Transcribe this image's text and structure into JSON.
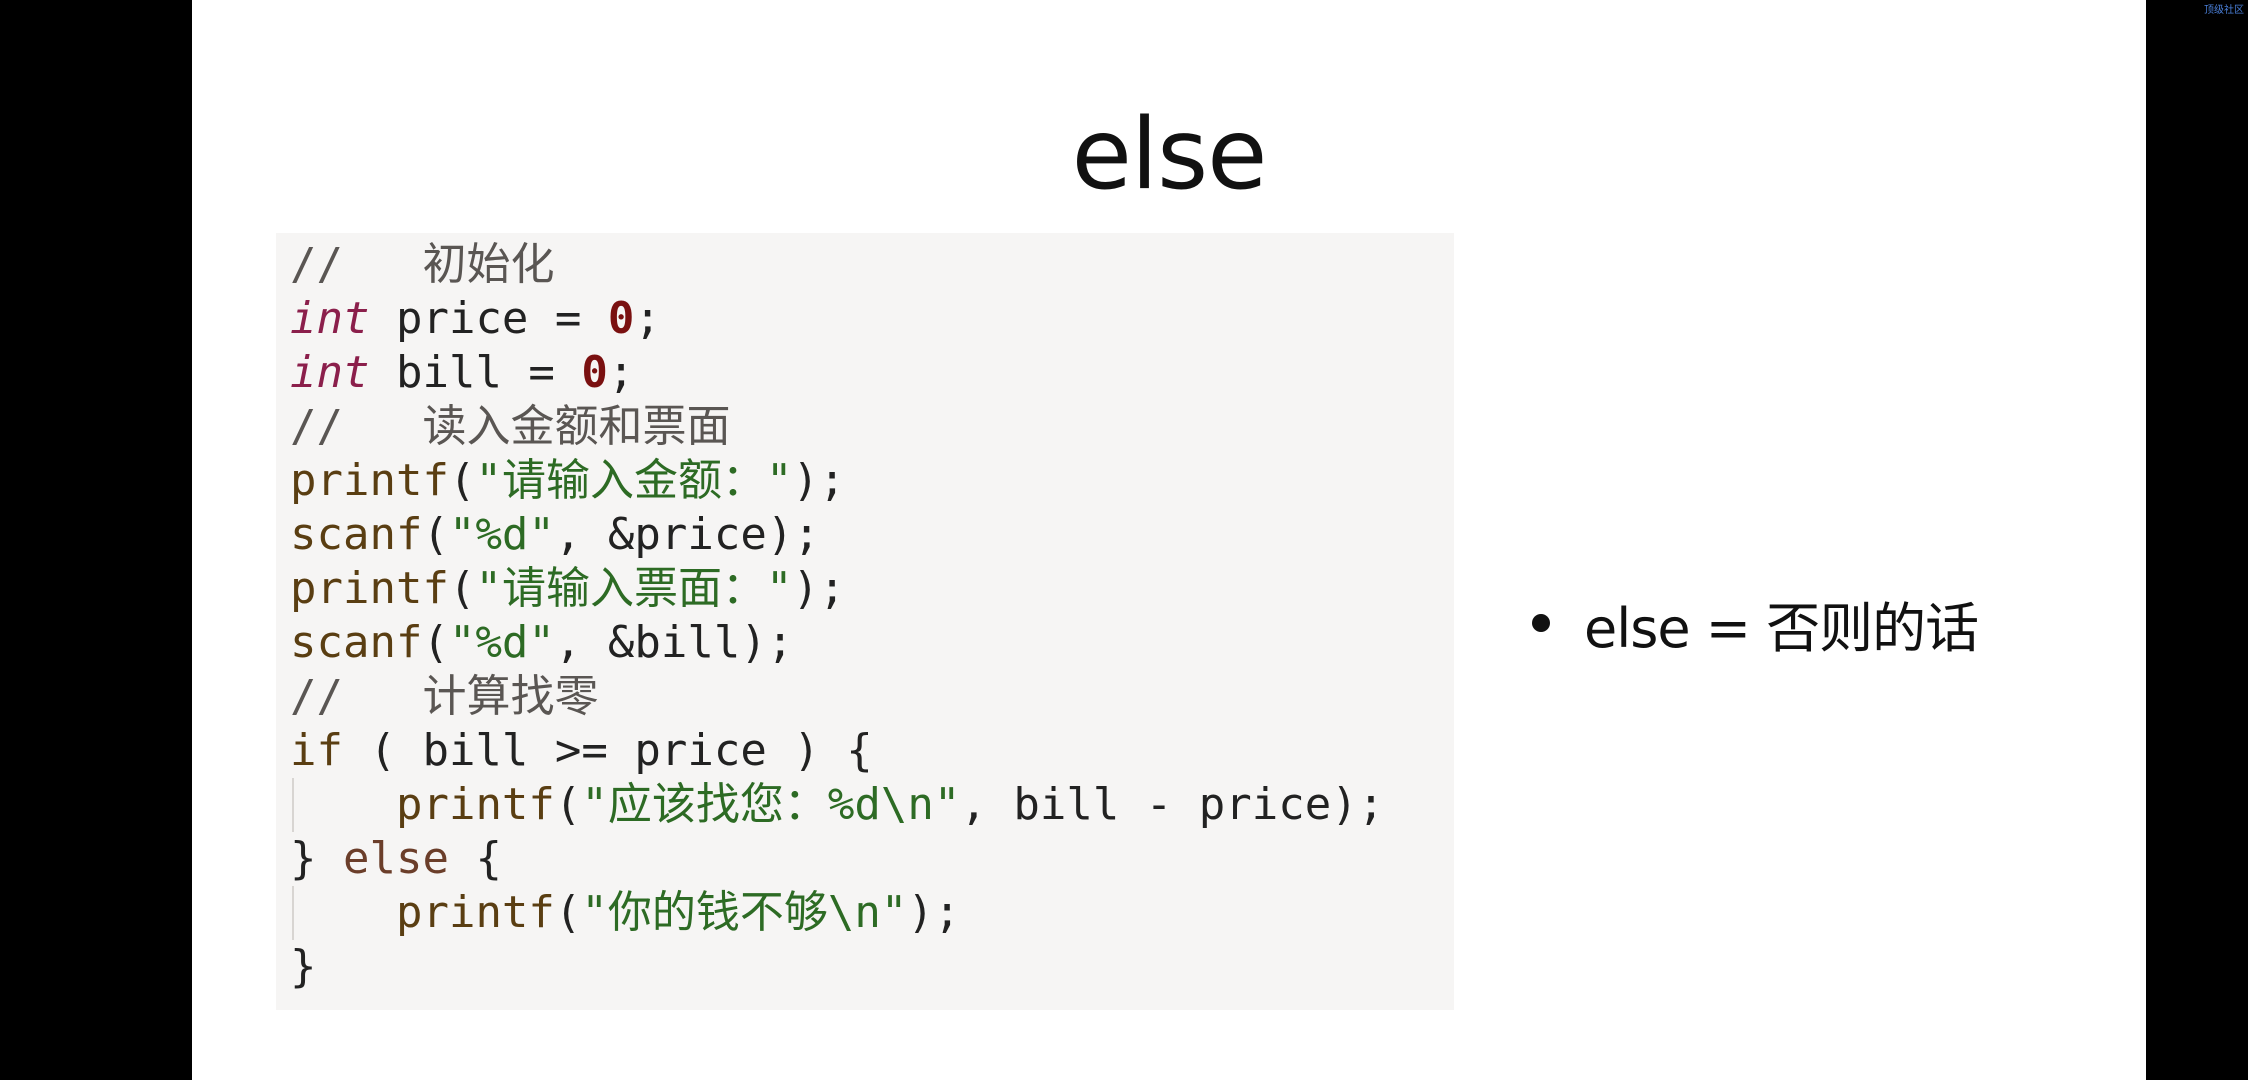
{
  "slide": {
    "title": "else",
    "bullet": "else = 否则的话"
  },
  "code": {
    "lines": [
      [
        {
          "t": "//   初始化",
          "c": "comment"
        }
      ],
      [
        {
          "t": "int",
          "c": "keyword"
        },
        {
          "t": " price = ",
          "c": "plain"
        },
        {
          "t": "0",
          "c": "number"
        },
        {
          "t": ";",
          "c": "plain"
        }
      ],
      [
        {
          "t": "int",
          "c": "keyword"
        },
        {
          "t": " bill = ",
          "c": "plain"
        },
        {
          "t": "0",
          "c": "number"
        },
        {
          "t": ";",
          "c": "plain"
        }
      ],
      [
        {
          "t": "//   读入金额和票面",
          "c": "comment"
        }
      ],
      [
        {
          "t": "printf",
          "c": "func"
        },
        {
          "t": "(",
          "c": "plain"
        },
        {
          "t": "\"请输入金额：\"",
          "c": "string"
        },
        {
          "t": ");",
          "c": "plain"
        }
      ],
      [
        {
          "t": "scanf",
          "c": "func"
        },
        {
          "t": "(",
          "c": "plain"
        },
        {
          "t": "\"%d\"",
          "c": "string"
        },
        {
          "t": ", &price);",
          "c": "plain"
        }
      ],
      [
        {
          "t": "printf",
          "c": "func"
        },
        {
          "t": "(",
          "c": "plain"
        },
        {
          "t": "\"请输入票面：\"",
          "c": "string"
        },
        {
          "t": ");",
          "c": "plain"
        }
      ],
      [
        {
          "t": "scanf",
          "c": "func"
        },
        {
          "t": "(",
          "c": "plain"
        },
        {
          "t": "\"%d\"",
          "c": "string"
        },
        {
          "t": ", &bill);",
          "c": "plain"
        }
      ],
      [
        {
          "t": "//   计算找零",
          "c": "comment"
        }
      ],
      [
        {
          "t": "if",
          "c": "func"
        },
        {
          "t": " ( bill >= price ) {",
          "c": "plain"
        }
      ],
      [
        {
          "t": "    ",
          "c": "plain",
          "guide": true
        },
        {
          "t": "printf",
          "c": "func"
        },
        {
          "t": "(",
          "c": "plain"
        },
        {
          "t": "\"应该找您：%d\\n\"",
          "c": "string"
        },
        {
          "t": ", bill - price);",
          "c": "plain"
        }
      ],
      [
        {
          "t": "} ",
          "c": "plain"
        },
        {
          "t": "else",
          "c": "else"
        },
        {
          "t": " {",
          "c": "plain"
        }
      ],
      [
        {
          "t": "    ",
          "c": "plain",
          "guide": true
        },
        {
          "t": "printf",
          "c": "func"
        },
        {
          "t": "(",
          "c": "plain"
        },
        {
          "t": "\"你的钱不够\\n\"",
          "c": "string"
        },
        {
          "t": ");",
          "c": "plain"
        }
      ],
      [
        {
          "t": "}",
          "c": "plain"
        }
      ]
    ]
  },
  "watermark": "顶级社区"
}
